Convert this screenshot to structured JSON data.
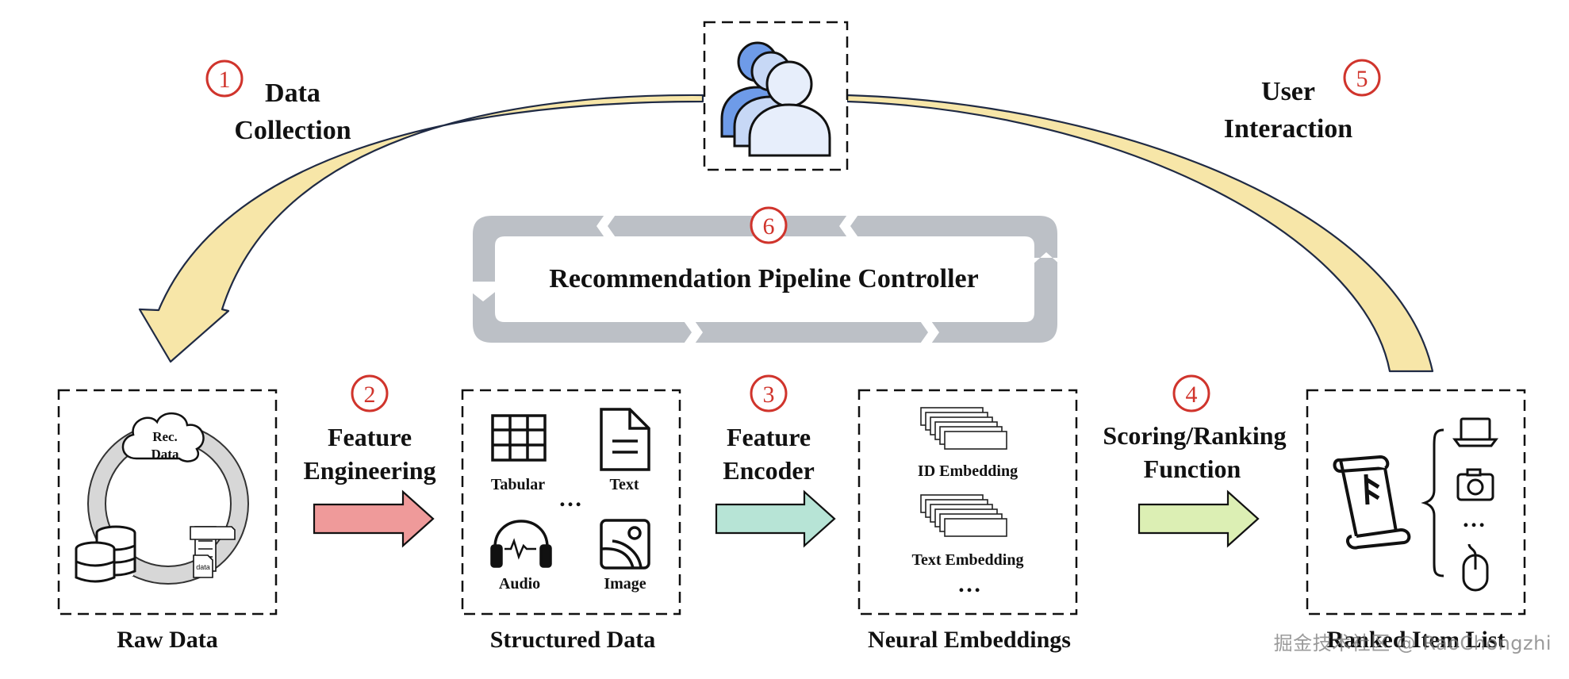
{
  "steps": [
    {
      "number": "1",
      "label_lines": [
        "Data",
        "Collection"
      ]
    },
    {
      "number": "2",
      "label_lines": [
        "Feature",
        "Engineering"
      ]
    },
    {
      "number": "3",
      "label_lines": [
        "Feature",
        "Encoder"
      ]
    },
    {
      "number": "4",
      "label_lines": [
        "Scoring/Ranking",
        "Function"
      ]
    },
    {
      "number": "5",
      "label_lines": [
        "User",
        "Interaction"
      ]
    },
    {
      "number": "6",
      "label": "Recommendation Pipeline Controller"
    }
  ],
  "stages": {
    "raw_data": {
      "title": "Raw Data",
      "cloud_lines": [
        "Rec.",
        "Data"
      ],
      "doc_label": "data"
    },
    "structured_data": {
      "title": "Structured Data",
      "items": [
        "Tabular",
        "Text",
        "Audio",
        "Image"
      ],
      "ellipsis": "…"
    },
    "neural_embeddings": {
      "title": "Neural Embeddings",
      "items": [
        "ID Embedding",
        "Text Embedding"
      ],
      "ellipsis": "…"
    },
    "ranked_item_list": {
      "title": "Ranked Item List",
      "ellipsis": "…"
    }
  },
  "watermark": "掘金技术社区 @ RaoChongzhi",
  "colors": {
    "step_number": "#d0342c",
    "big_arc_fill": "#f7e6a8",
    "arrow_feature_engineering": "#ef9a9a",
    "arrow_feature_encoder": "#b7e4d6",
    "arrow_scoring": "#dcefb4",
    "controller_loop": "#bcc0c6",
    "user_icon_blue": "#6e9be8",
    "user_icon_light": "#e7eefb"
  },
  "icons": [
    "users-icon",
    "cloud-icon",
    "database-icon",
    "document-icon",
    "table-icon",
    "text-file-icon",
    "headphones-icon",
    "image-icon",
    "embedding-stack-icon",
    "scroll-icon",
    "laptop-icon",
    "camera-icon",
    "mouse-icon"
  ]
}
